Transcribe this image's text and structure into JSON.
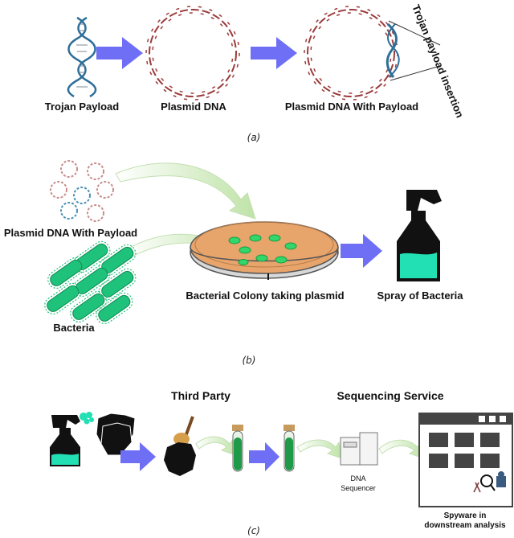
{
  "panel_a": {
    "label_trojan": "Trojan Payload",
    "label_plasmid": "Plasmid DNA",
    "label_plasmid_payload": "Plasmid DNA With Payload",
    "label_insertion": "Trojan payload insertion",
    "caption": "(a)"
  },
  "panel_b": {
    "label_plasmid_payload": "Plasmid DNA With Payload",
    "label_bacteria": "Bacteria",
    "label_colony": "Bacterial Colony taking plasmid",
    "label_spray": "Spray of Bacteria",
    "caption": "(b)"
  },
  "panel_c": {
    "label_third_party": "Third Party",
    "label_sequencing": "Sequencing Service",
    "label_dna_seq_1": "DNA",
    "label_dna_seq_2": "Sequencer",
    "label_spyware_1": "Spyware in",
    "label_spyware_2": "downstream analysis",
    "caption": "(c)"
  },
  "colors": {
    "arrow": "#6f6ff5",
    "dna_red": "#9b3b3b",
    "dna_blue": "#2e6e98",
    "bacteria_green": "#1fc27a",
    "dish_fill": "#e8a56b",
    "spray_liquid": "#22e0b4",
    "curve_arrow": "#cfe8c0"
  }
}
